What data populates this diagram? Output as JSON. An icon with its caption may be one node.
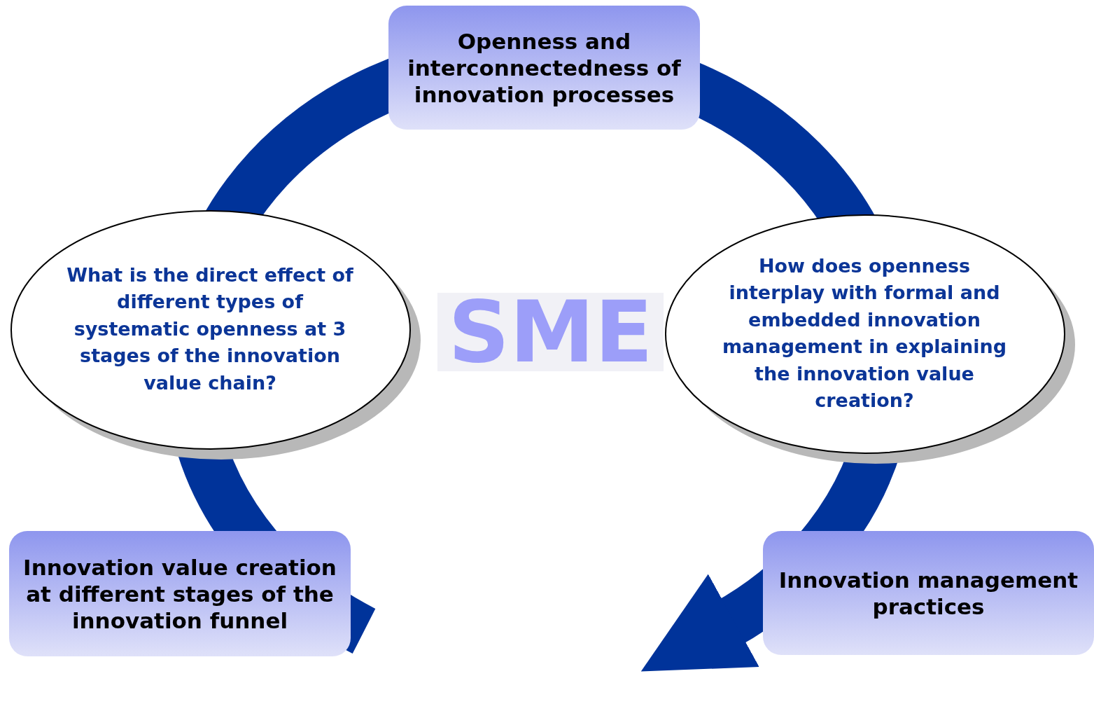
{
  "diagram": {
    "nodes": [
      {
        "text": [
          "Openness and interconnectedness of innovation processes"
        ]
      },
      {
        "text": [
          "What is the direct effect of different types of systematic openness at 3 stages of the innovation value chain?"
        ]
      },
      {
        "text": [
          "SME"
        ]
      },
      {
        "text": [
          "How does openness interplay with formal and embedded innovation management in explaining the innovation value creation?"
        ]
      },
      {
        "text": [
          "Innovation value creation at different stages of the innovation funnel"
        ]
      },
      {
        "text": [
          "Innovation management practices"
        ]
      }
    ]
  }
}
